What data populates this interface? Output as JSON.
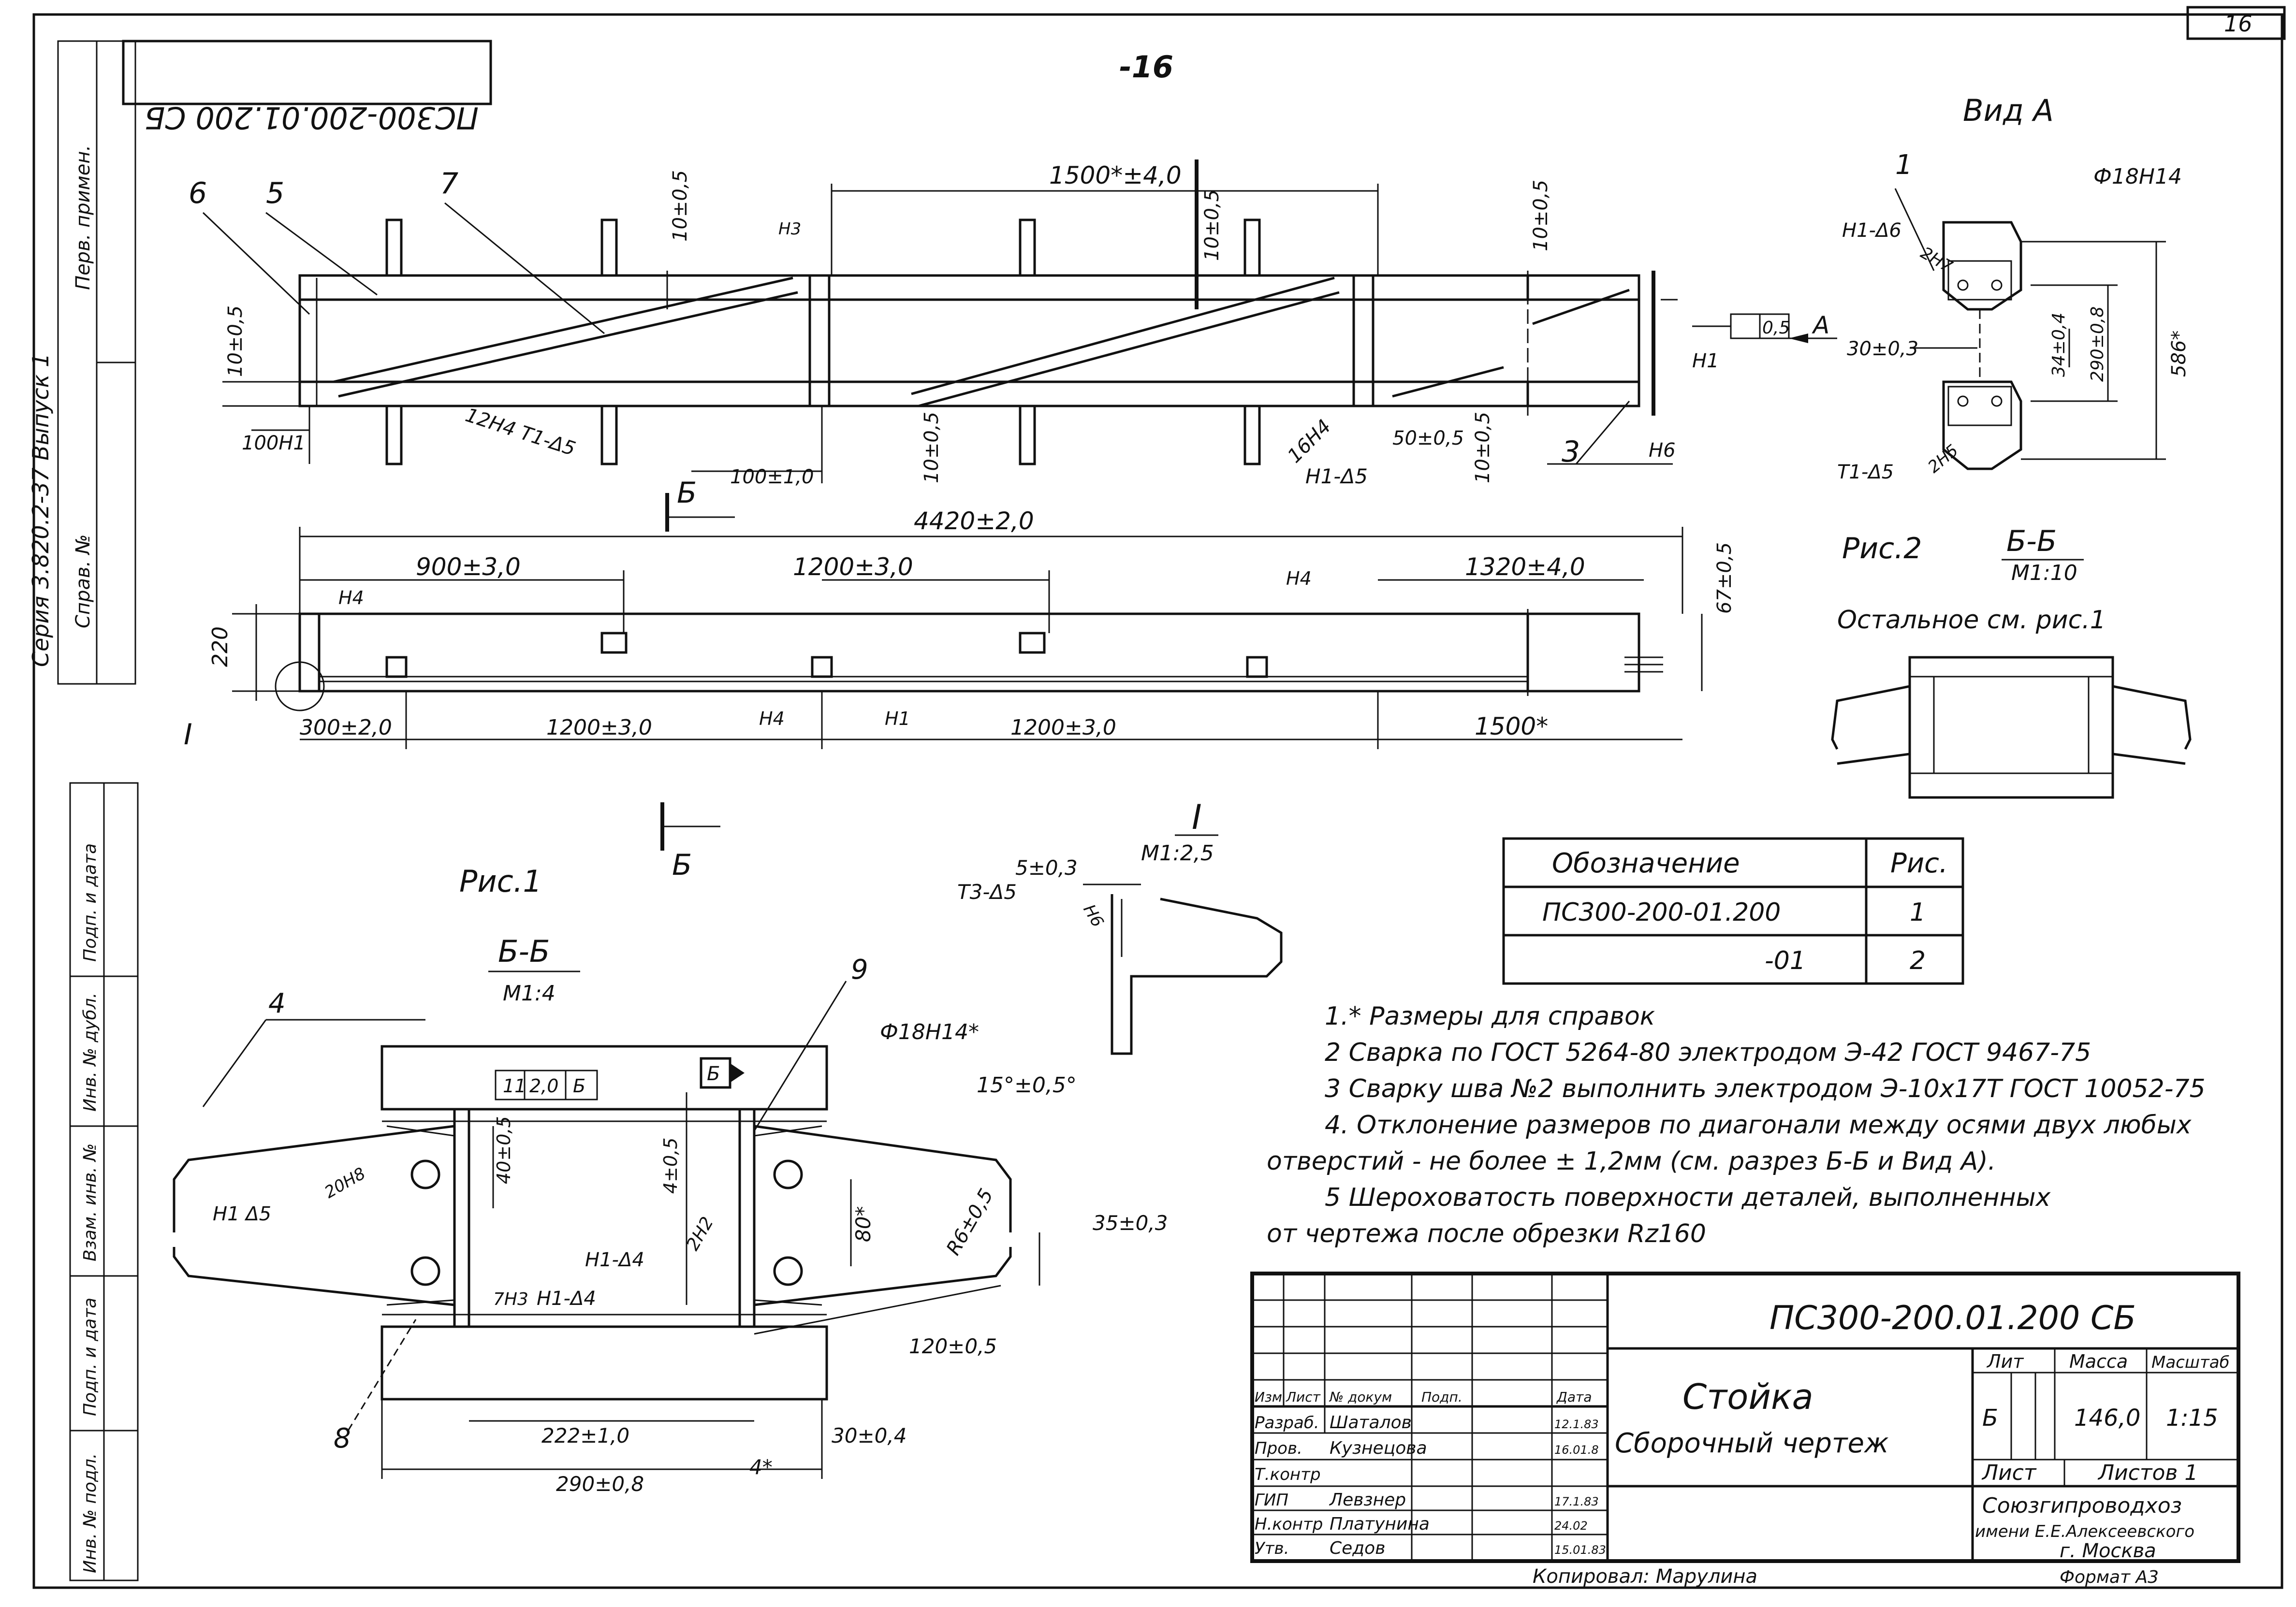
{
  "sheet": {
    "page_number": "16",
    "top_center_mark": "-16",
    "mirror_code": "ПС300-200.01.200 СБ",
    "side_left_upper": [
      "Перв. примен.",
      "Справ. №",
      "Серия 3.820.2-37 Выпуск 1"
    ],
    "side_left_lower": [
      "Подп. и дата",
      "Инв. № дубл.",
      "Взам. инв. №",
      "Подп. и дата",
      "Инв. № подл."
    ]
  },
  "view_main": {
    "callouts": [
      "6",
      "5",
      "7",
      "3"
    ],
    "dims": {
      "d1500": "1500*±4,0",
      "d10a": "10±0,5",
      "d10b": "10±0,5",
      "d10c": "10±0,5",
      "d10d": "10±0,5",
      "d10e": "10±0,5",
      "d10f": "10±0,5",
      "d100h": "100Н1",
      "weld12": "12Н4 Т1-Δ5",
      "d100": "100±1,0",
      "weld16": "16Н4",
      "weldh1": "Н1-Δ5",
      "d50": "50±0,5",
      "n3": "Н3",
      "n1": "Н1",
      "n6": "Н6",
      "flat": "0,5",
      "arrowA": "А"
    }
  },
  "view_plan": {
    "section_mark": "Б",
    "section_mark_lower": "Б",
    "dims": {
      "d4420": "4420±2,0",
      "d900": "900±3,0",
      "d1200top": "1200±3,0",
      "d1320": "1320±4,0",
      "d67": "67±0,5",
      "d220": "220",
      "d300": "300±2,0",
      "d1200a": "1200±3,0",
      "d1200b": "1200±3,0",
      "d1500": "1500*",
      "n4a": "Н4",
      "n4b": "Н4",
      "n4c": "Н4",
      "n1": "Н1",
      "detail": "I"
    }
  },
  "view_A": {
    "title": "Вид А",
    "labels": {
      "c1": "1",
      "phi": "Ф18Н14",
      "weld1": "Н1-Δ6",
      "n7": "2Н7",
      "d30": "30±0,3",
      "d34": "34±0,4",
      "d290": "290±0,8",
      "d586": "586*",
      "weld2": "Т1-Δ5",
      "n5": "2Н5"
    }
  },
  "fig2": {
    "title": "Рис.2",
    "section": "Б-Б",
    "scale": "М1:10",
    "note": "Остальное см. рис.1"
  },
  "detail_I": {
    "title": "I",
    "scale": "М1:2,5",
    "d5": "5±0,3",
    "weld": "Т3-Δ5",
    "n6": "Н6"
  },
  "fig1": {
    "title": "Рис.1",
    "section": "Б-Б",
    "scale": "М1:4",
    "labels": {
      "c4": "4",
      "c9": "9",
      "c8": "8",
      "phi": "Ф18Н14*",
      "ang": "15°±0,5°",
      "tol1": "11",
      "tol2": "2,0",
      "tol3": "Б",
      "base": "Б",
      "d40": "40±0,5",
      "d4": "4±0,5",
      "d80": "80*",
      "weld_h1": "Н1 Δ5",
      "n8": "20Н8",
      "weld_h1b": "Н1-Δ4",
      "n2": "2Н2",
      "weld_h1c": "Н1-Δ4",
      "n3": "7Н3",
      "r6": "R6±0,5",
      "d35": "35±0,3",
      "d120": "120±0,5",
      "d222": "222±1,0",
      "d30": "30±0,4",
      "d4b": "4*",
      "d290": "290±0,8"
    }
  },
  "designation_table": {
    "headers": [
      "Обозначение",
      "Рис."
    ],
    "rows": [
      [
        "ПС300-200-01.200",
        "1"
      ],
      [
        "-01",
        "2"
      ]
    ]
  },
  "notes": [
    "1.* Размеры для справок",
    "2 Сварка по ГОСТ 5264-80 электродом Э-42 ГОСТ 9467-75",
    "3 Сварку шва №2 выполнить электродом Э-10х17Т ГОСТ 10052-75",
    "4. Отклонение размеров по диагонали между осями двух любых",
    "отверстий - не более ± 1,2мм (см. разрез Б-Б и Вид А).",
    "5 Шероховатость поверхности деталей, выполненных",
    "от чертежа после обрезки Rz160"
  ],
  "title_block": {
    "code": "ПС300-200.01.200 СБ",
    "name": "Стойка",
    "subtitle": "Сборочный чертеж",
    "col_headers": [
      "Изм",
      "Лист",
      "№ докум",
      "Подп.",
      "Дата"
    ],
    "staff": [
      {
        "role": "Разраб.",
        "name": "Шаталов",
        "date": "12.1.83"
      },
      {
        "role": "Пров.",
        "name": "Кузнецова",
        "date": "16.01.8"
      },
      {
        "role": "Т.контр",
        "name": "",
        "date": ""
      },
      {
        "role": "ГИП",
        "name": "Левзнер",
        "date": "17.1.83"
      },
      {
        "role": "Н.контр",
        "name": "Платунина",
        "date": "24.02"
      },
      {
        "role": "Утв.",
        "name": "Седов",
        "date": "15.01.83"
      }
    ],
    "lit_label": "Лит",
    "mass_label": "Масса",
    "scale_label": "Масштаб",
    "lit": "Б",
    "mass": "146,0",
    "scale": "1:15",
    "sheet_label": "Лист",
    "sheets_label": "Листов 1",
    "org_line1": "Союзгипроводхоз",
    "org_line2": "имени Е.Е.Алексеевского",
    "org_line3": "г. Москва",
    "copied": "Копировал: Марулина",
    "format": "Формат А3"
  }
}
